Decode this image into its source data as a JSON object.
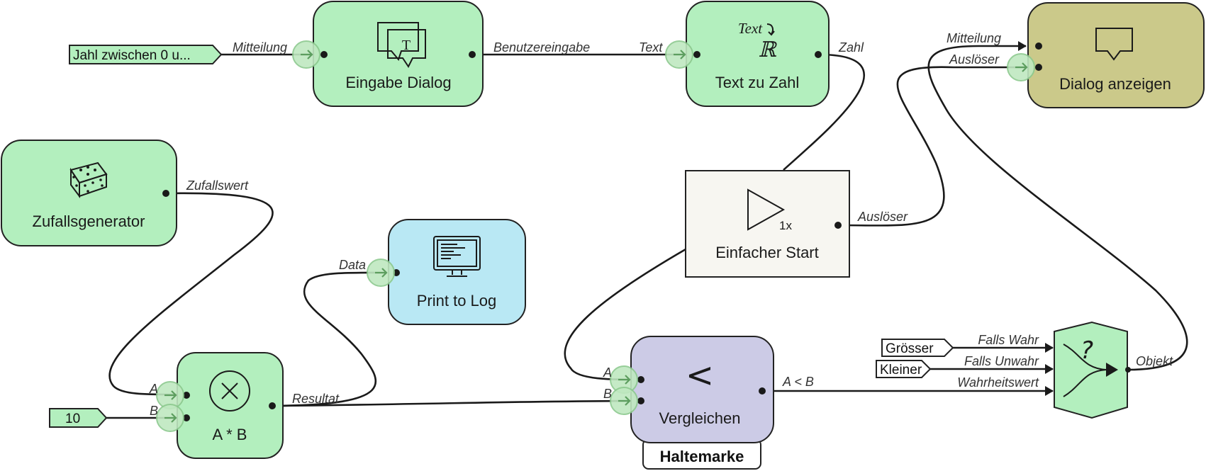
{
  "colors": {
    "green_node": "#b3efbe",
    "blue_node": "#b9e8f4",
    "purple_node": "#cccbe6",
    "olive_node": "#cbc98a",
    "start_node": "#f7f6f1",
    "tag_green": "#b3efbe",
    "tag_white": "#ffffff"
  },
  "nodes": {
    "eingabe_dialog": {
      "label": "Eingabe Dialog",
      "icon": "input-dialog-icon"
    },
    "text_zu_zahl": {
      "label": "Text zu Zahl",
      "icon": "text-to-number-icon",
      "icon_text": "Text",
      "icon_symbol": "ℝ"
    },
    "dialog_anzeigen": {
      "label": "Dialog anzeigen",
      "icon": "speech-bubble-icon"
    },
    "zufallsgenerator": {
      "label": "Zufallsgenerator",
      "icon": "dice-icon"
    },
    "print_to_log": {
      "label": "Print to Log",
      "icon": "monitor-icon"
    },
    "einfacher_start": {
      "label": "Einfacher Start",
      "icon": "play-once-icon",
      "icon_text": "1x"
    },
    "multiply": {
      "label": "A * B",
      "icon": "multiply-icon"
    },
    "vergleichen": {
      "label": "Vergleichen",
      "icon_text": "<",
      "badge": "Haltemarke"
    },
    "branch": {
      "icon": "branch-icon",
      "icon_text": "?"
    }
  },
  "ports": {
    "mitteilung_in": "Mitteilung",
    "benutzereingabe_out": "Benutzereingabe",
    "text_in": "Text",
    "zahl_out": "Zahl",
    "dialog_mitteilung_in": "Mitteilung",
    "dialog_ausloeser_in": "Auslöser",
    "zufallswert_out": "Zufallswert",
    "data_in": "Data",
    "ausloeser_out": "Auslöser",
    "mult_a_in": "A",
    "mult_b_in": "B",
    "resultat_out": "Resultat",
    "cmp_a_in": "A",
    "cmp_b_in": "B",
    "cmp_out": "A < B",
    "falls_wahr_in": "Falls Wahr",
    "falls_unwahr_in": "Falls Unwahr",
    "wahrheitswert_in": "Wahrheitswert",
    "objekt_out": "Objekt"
  },
  "constants": {
    "message": "Jahl zwischen 0 u...",
    "ten": "10",
    "groesser": "Grösser",
    "kleiner": "Kleiner"
  }
}
